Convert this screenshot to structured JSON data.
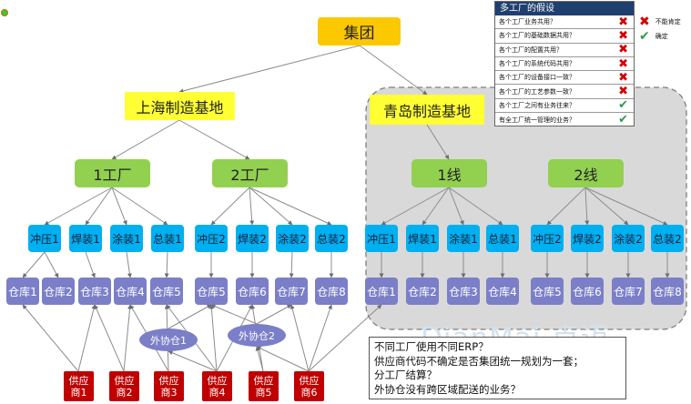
{
  "group": "集团",
  "bases": {
    "shanghai": "上海制造基地",
    "qingdao": "青岛制造基地"
  },
  "factories": {
    "f1": "1工厂",
    "f2": "2工厂",
    "l1": "1线",
    "l2": "2线"
  },
  "shanghai_workshops": [
    "冲压1",
    "焊装1",
    "涂装1",
    "总装1",
    "冲压2",
    "焊装2",
    "涂装2",
    "总装2"
  ],
  "qingdao_workshops": [
    "冲压1",
    "焊装1",
    "涂装1",
    "总装1",
    "冲压2",
    "焊装2",
    "涂装2",
    "总装2"
  ],
  "shanghai_warehouses": [
    "仓库1",
    "仓库2",
    "仓库3",
    "仓库4",
    "仓库5",
    "仓库6",
    "仓库7",
    "仓库8"
  ],
  "qingdao_warehouses": [
    "仓库1",
    "仓库2",
    "仓库3",
    "仓库4",
    "仓库5",
    "仓库6",
    "仓库7",
    "仓库8"
  ],
  "outsource": [
    "外协仓1",
    "外协仓2"
  ],
  "suppliers": [
    [
      "供应",
      "商1"
    ],
    [
      "供应",
      "商2"
    ],
    [
      "供应",
      "商3"
    ],
    [
      "供应",
      "商4"
    ],
    [
      "供应",
      "商5"
    ],
    [
      "供应",
      "商6"
    ]
  ],
  "hypotheses": {
    "title": "多工厂的假设",
    "items": [
      {
        "text": "各个工厂业务共用？",
        "mark": "cross"
      },
      {
        "text": "各个工厂的基础数据共用？",
        "mark": "cross"
      },
      {
        "text": "各个工厂的配置共用？",
        "mark": "cross"
      },
      {
        "text": "各个工厂的系统代码共用？",
        "mark": "cross"
      },
      {
        "text": "各个工厂的设备接口一致？",
        "mark": "cross"
      },
      {
        "text": "各个工厂的工艺参数一致？",
        "mark": "cross"
      },
      {
        "text": "各个工厂之间有业务往来？",
        "mark": "check"
      },
      {
        "text": "有全工厂统一管理的业务？",
        "mark": "check"
      }
    ]
  },
  "legend": {
    "cross_label": "不能肯定",
    "check_label": "确定"
  },
  "notes": [
    "不同工厂使用不同ERP？",
    "供应商代码不确定是否集团统一规划为一套；",
    "分工厂结算？",
    "外协仓没有跨区域配送的业务？"
  ],
  "watermark": "DianMai 点迈",
  "colors": {
    "group": "#fcc800",
    "base": "#ffff33",
    "factory": "#92d050",
    "workshop": "#00b0f0",
    "warehouse": "#7b7fc8",
    "supplier": "#c00000",
    "cross": "#d40000",
    "check": "#2f9a48"
  }
}
